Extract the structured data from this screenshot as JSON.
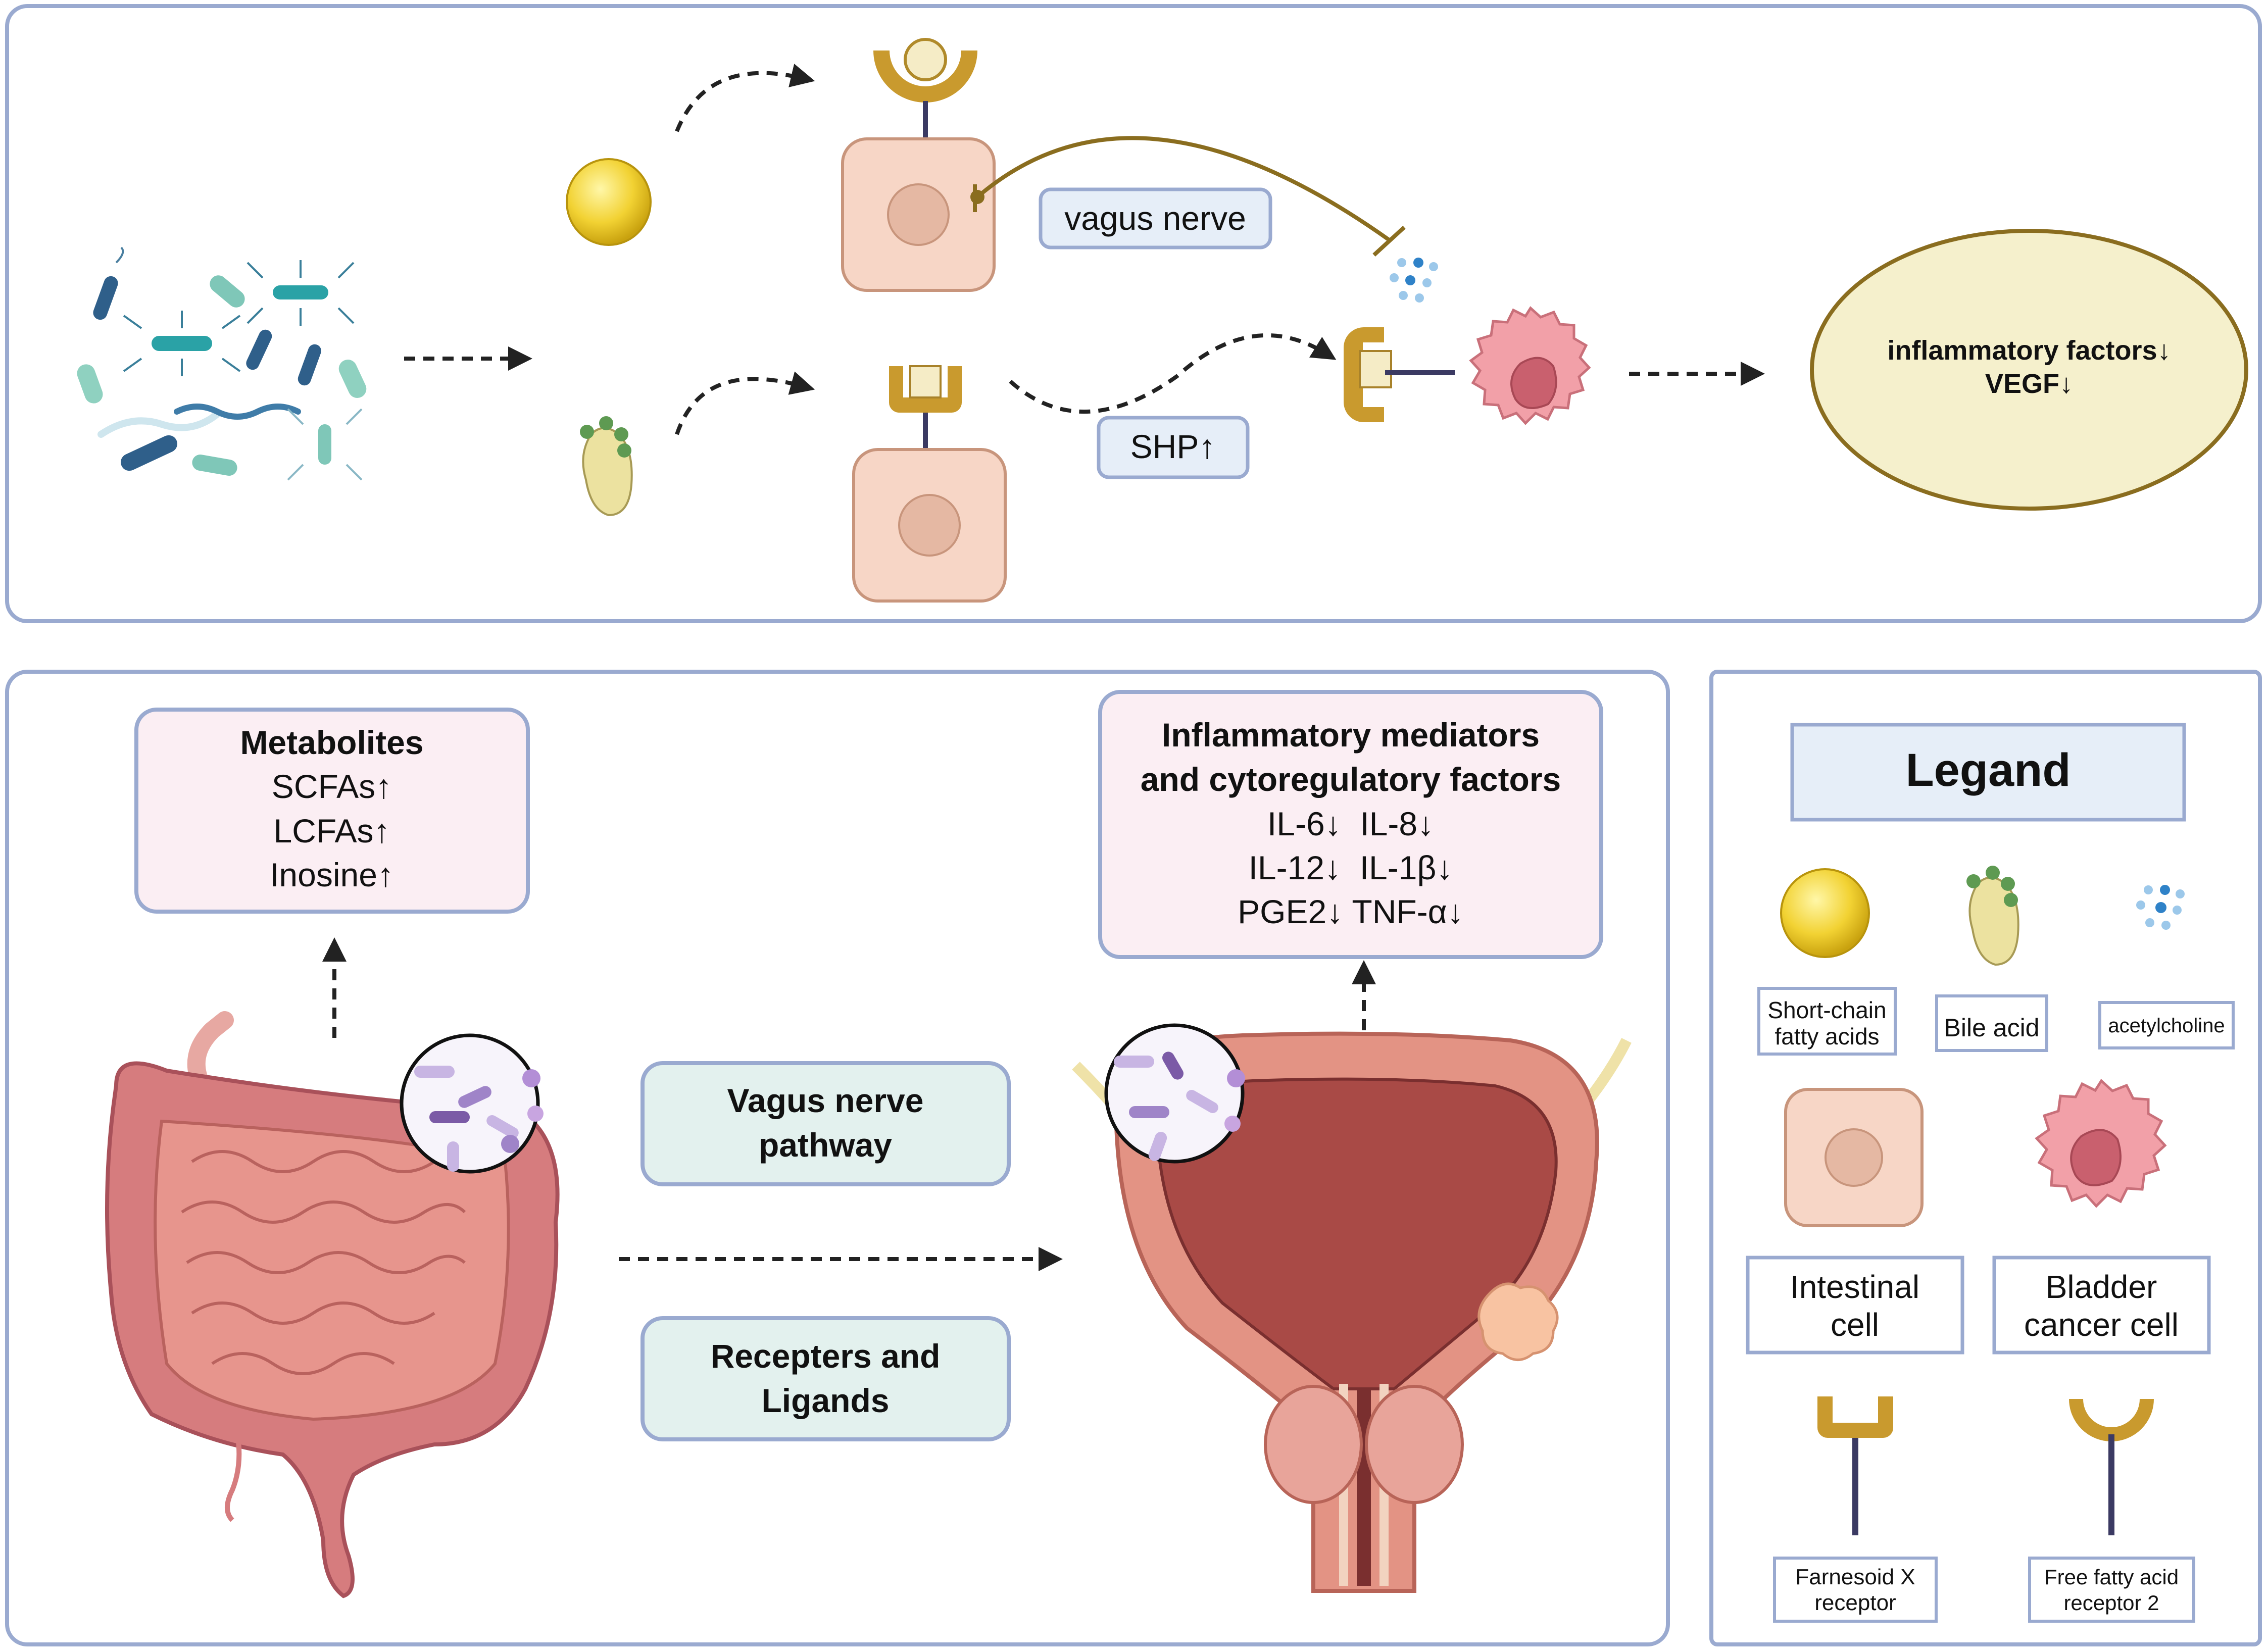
{
  "top_panel": {
    "vagus_nerve_label": "vagus nerve",
    "shp_label": "SHP↑",
    "outcome_line1": "inflammatory factors↓",
    "outcome_line2": "VEGF↓"
  },
  "metabolites": {
    "title": "Metabolites",
    "items": [
      "SCFAs↑",
      "LCFAs↑",
      "Inosine↑"
    ]
  },
  "pathways": {
    "vagus_line1": "Vagus nerve",
    "vagus_line2": "pathway",
    "receptors_line1": "Recepters and",
    "receptors_line2": "Ligands"
  },
  "mediators": {
    "title_line1": "Inflammatory mediators",
    "title_line2": "and cytoregulatory factors",
    "lines": [
      "IL-6↓  IL-8↓",
      "IL-12↓  IL-1β↓",
      "PGE2↓ TNF-α↓"
    ]
  },
  "legend": {
    "title": "Legand",
    "scfa_line1": "Short-chain",
    "scfa_line2": "fatty acids",
    "bile_acid": "Bile acid",
    "acetylcholine": "acetylcholine",
    "intestinal_line1": "Intestinal",
    "intestinal_line2": "cell",
    "bladder_line1": "Bladder",
    "bladder_line2": "cancer cell",
    "fxr_line1": "Farnesoid X",
    "fxr_line2": "receptor",
    "ffar_line1": "Free fatty acid",
    "ffar_line2": "receptor 2"
  },
  "colors": {
    "panel_border": "#9aaad0",
    "cell_fill": "#f7d6c6",
    "receptor_gold": "#c99a2e",
    "nerve": "#8a6d1f",
    "pink_box": "#fbeef3",
    "teal_box": "#e3f1ee",
    "blue_box": "#e6eef8",
    "oval_fill": "#f5f0cc",
    "oval_stroke": "#8a6d1f"
  }
}
